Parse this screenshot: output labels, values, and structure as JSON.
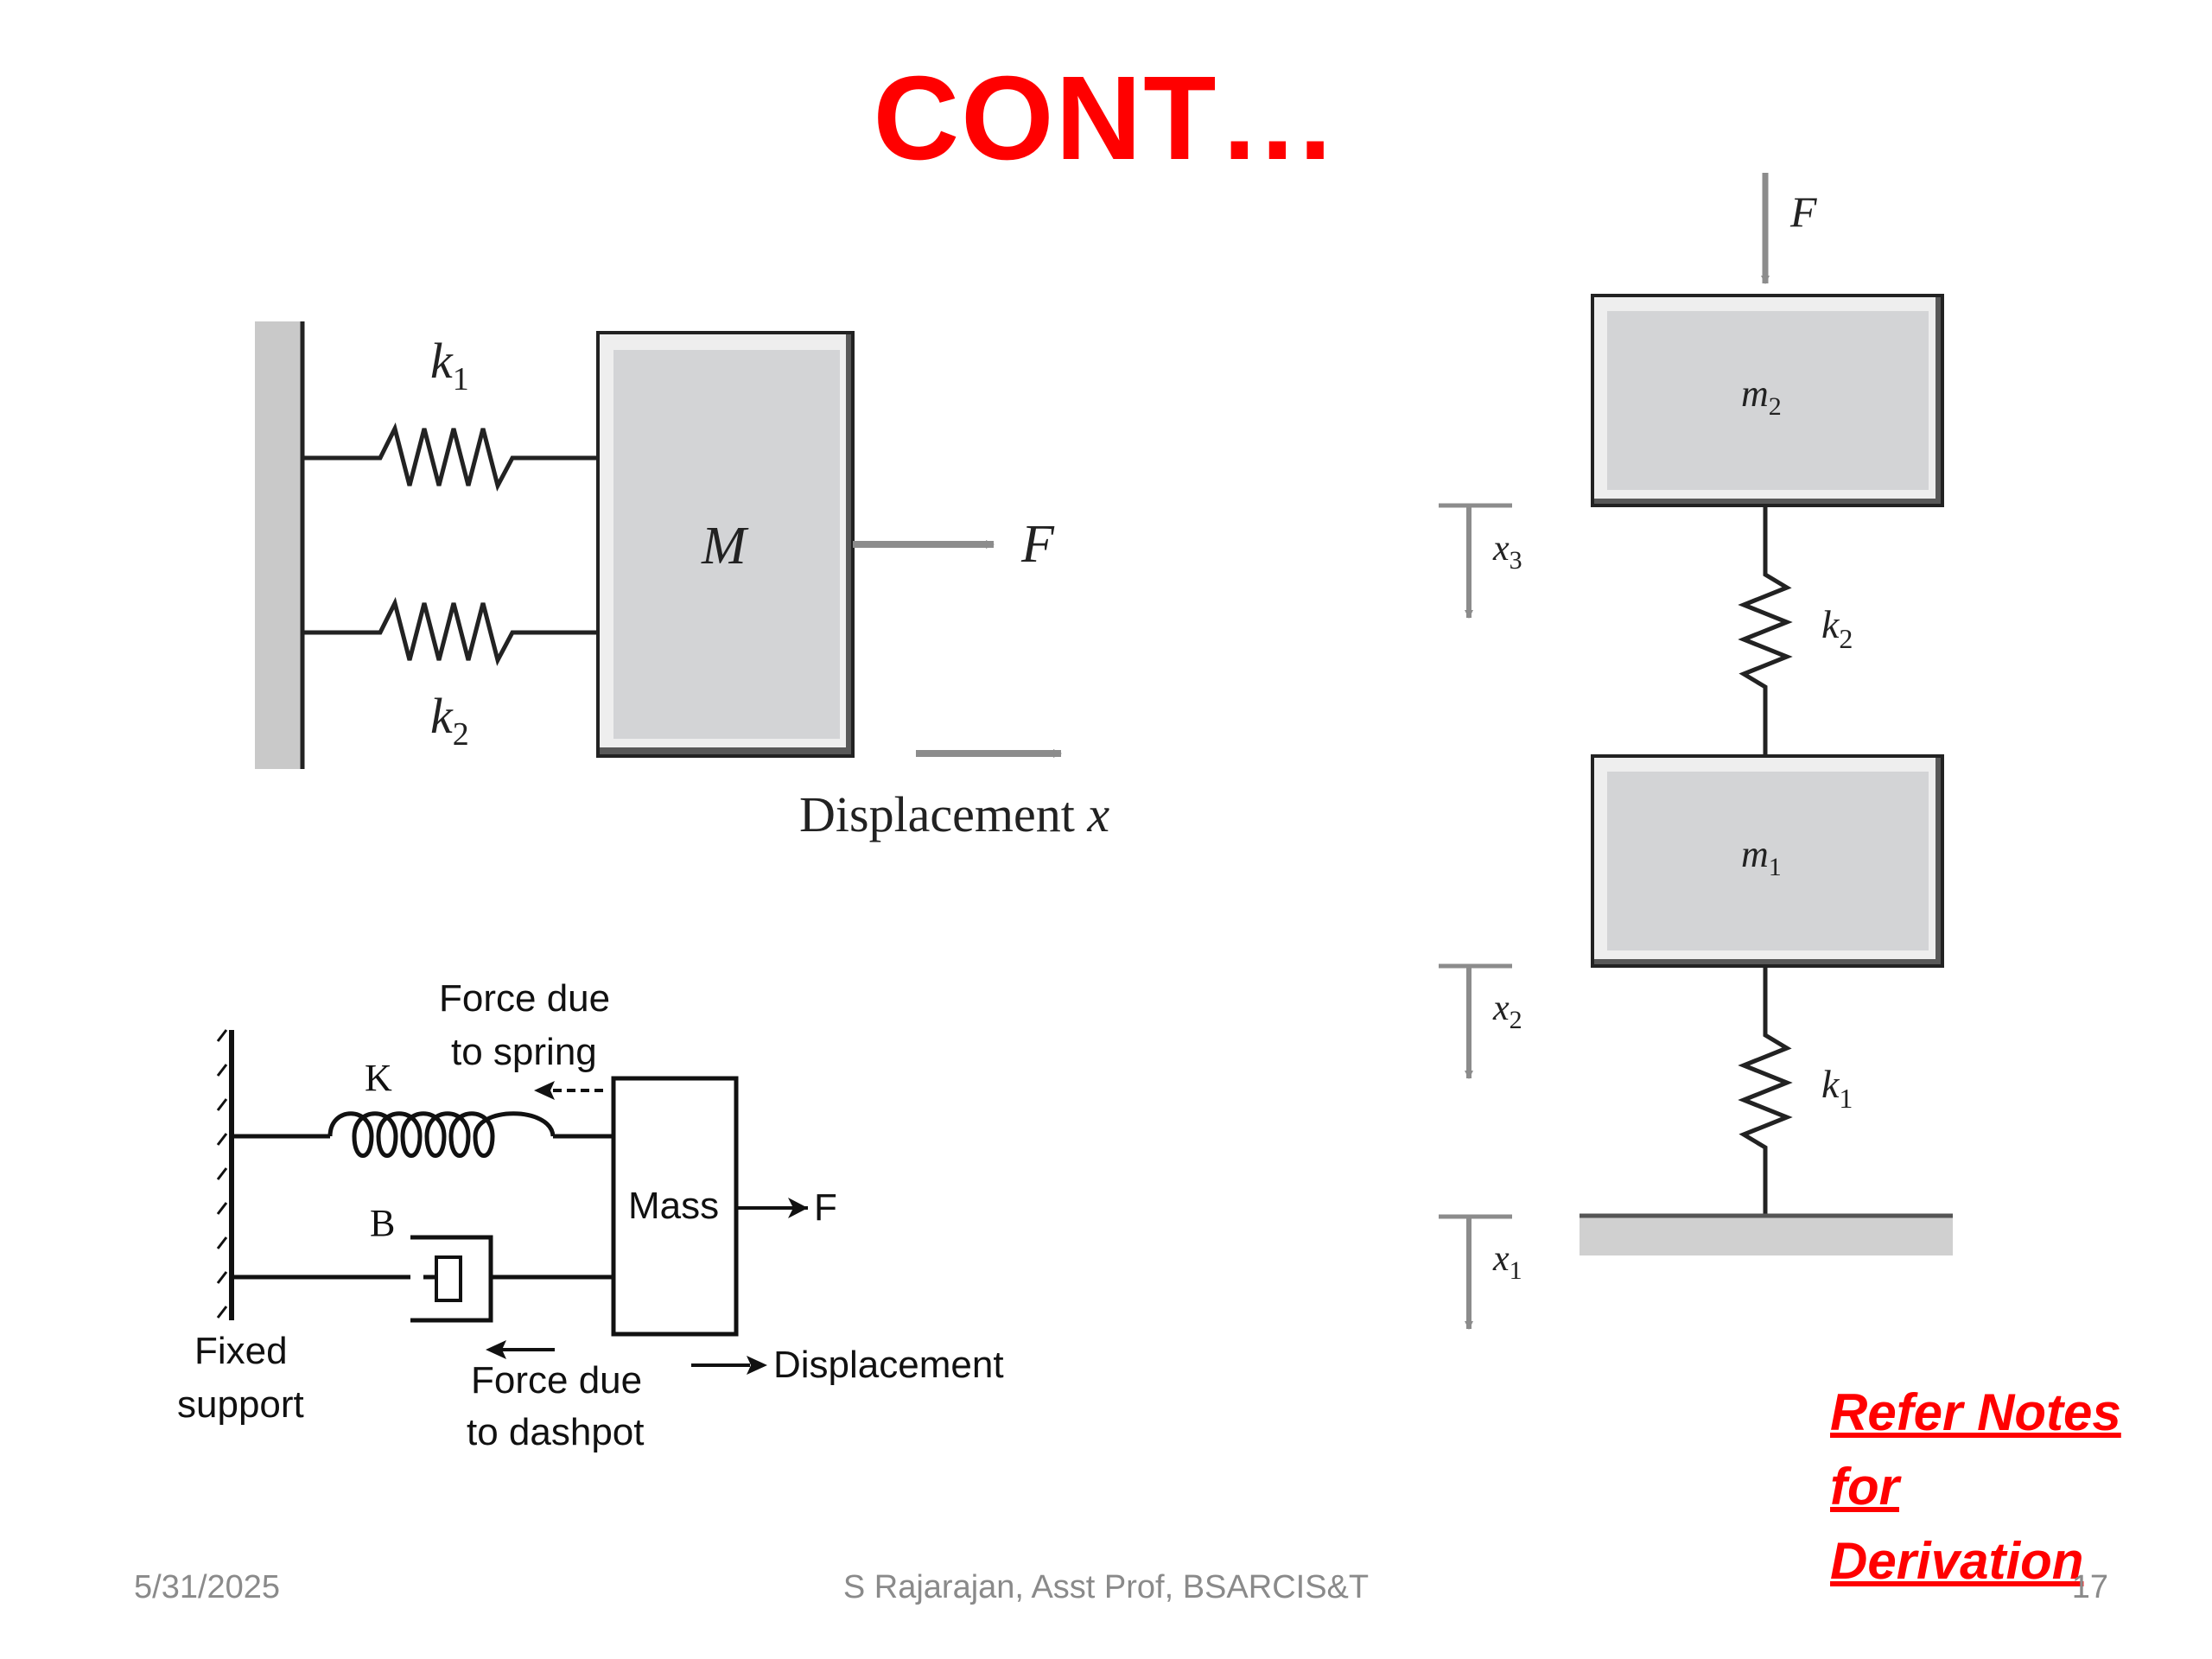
{
  "slide": {
    "title": "CONT…",
    "notes_lines": [
      "Refer Notes",
      "for",
      "Derivation"
    ],
    "footer": {
      "date": "5/31/2025",
      "author": "S Rajarajan, Asst Prof, BSARCIS&T",
      "page": "17"
    },
    "colors": {
      "title": "#ff0000",
      "notes": "#ff0000",
      "footer": "#8a8a8a",
      "block_fill": "#d4d5d7"
    }
  },
  "diagram_a": {
    "mass": "M",
    "spring_upper": "k",
    "spring_upper_sub": "1",
    "spring_lower": "k",
    "spring_lower_sub": "2",
    "force": "F",
    "displacement": "Displacement",
    "displacement_var": "x"
  },
  "diagram_b": {
    "spring": "K",
    "damper": "B",
    "mass": "Mass",
    "force": "F",
    "spring_force_1": "Force due",
    "spring_force_2": "to spring",
    "dashpot_force_1": "Force due",
    "dashpot_force_2": "to dashpot",
    "support_1": "Fixed",
    "support_2": "support",
    "displacement": "Displacement"
  },
  "diagram_c": {
    "force": "F",
    "mass_top": "m",
    "mass_top_sub": "2",
    "mass_bottom": "m",
    "mass_bottom_sub": "1",
    "spring_upper": "k",
    "spring_upper_sub": "2",
    "spring_lower": "k",
    "spring_lower_sub": "1",
    "disp_top": "x",
    "disp_top_sub": "3",
    "disp_mid": "x",
    "disp_mid_sub": "2",
    "disp_bottom": "x",
    "disp_bottom_sub": "1"
  }
}
